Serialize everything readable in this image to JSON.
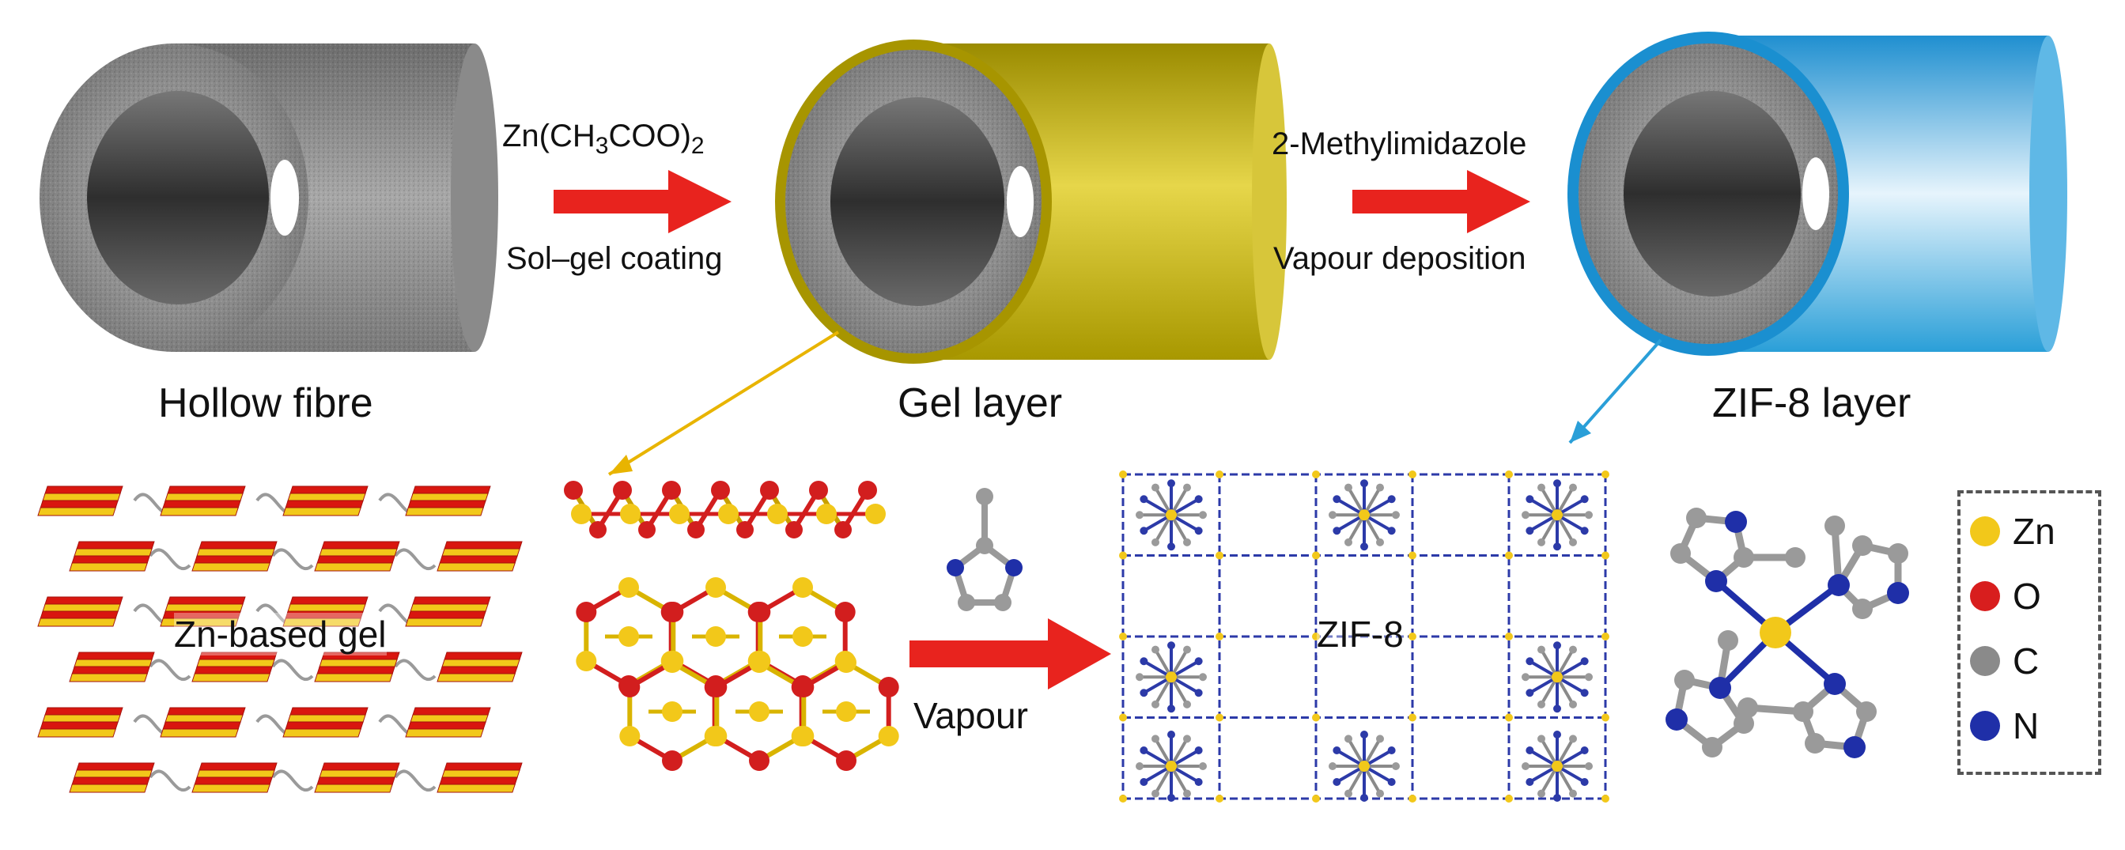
{
  "captions": {
    "hollow_fibre": "Hollow fibre",
    "gel_layer": "Gel layer",
    "zif8_layer": "ZIF-8 layer"
  },
  "step1": {
    "reagent_main": "Zn(CH",
    "reagent_sub1": "3",
    "reagent_mid": "COO)",
    "reagent_sub2": "2",
    "method": "Sol–gel coating"
  },
  "step2": {
    "reagent": "2-Methylimidazole",
    "method": "Vapour deposition"
  },
  "bottom": {
    "gel_label": "Zn-based gel",
    "vapour_label": "Vapour",
    "zif8_label": "ZIF-8"
  },
  "legend": {
    "items": [
      {
        "label": "Zn",
        "color": "#f2c81a"
      },
      {
        "label": "O",
        "color": "#d81e1e"
      },
      {
        "label": "C",
        "color": "#8a8a8a"
      },
      {
        "label": "N",
        "color": "#1f2fa8"
      }
    ]
  },
  "colors": {
    "arrow": "#e8231e",
    "gel_shell": "#c8b400",
    "zif_shell": "#2a9fd8",
    "fibre": "#8c8c8c"
  }
}
